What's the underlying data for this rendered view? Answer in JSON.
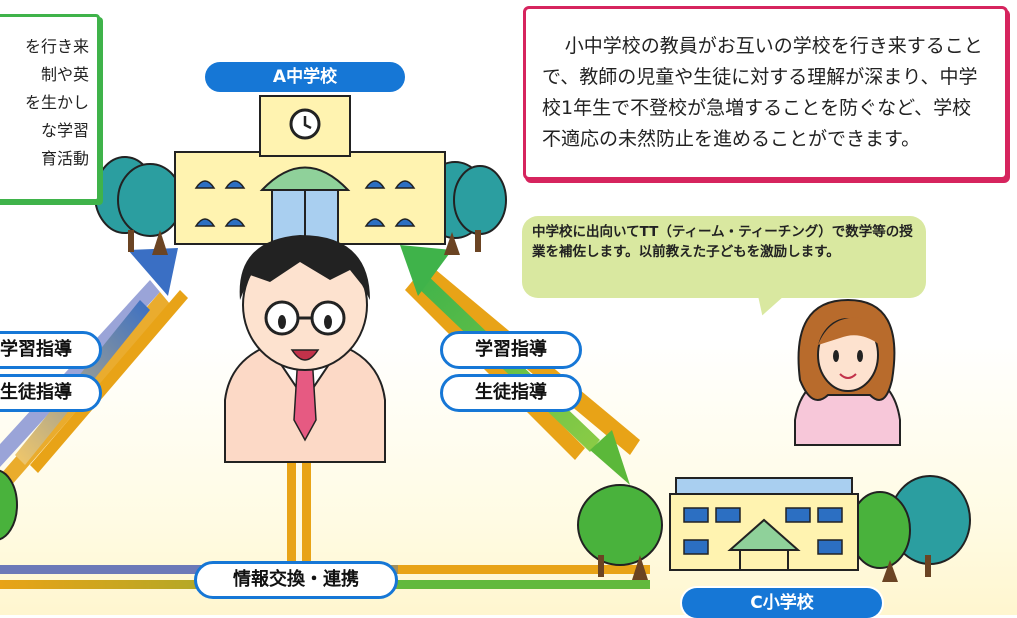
{
  "left_note": {
    "lines": [
      "を行き来",
      "制や英",
      "を生かし",
      "な学習",
      "育活動"
    ]
  },
  "right_note": {
    "text": "小中学校の教員がお互いの学校を行き来することで、教師の児童や生徒に対する理解が深まり、中学校1年生で不登校が急増することを防ぐなど、学校不適応の未然防止を進めることができます。"
  },
  "school_a": {
    "label": "A中学校"
  },
  "school_c": {
    "label": "C小学校"
  },
  "speech": {
    "text": "中学校に出向いてTT（ティーム・ティーチング）で数学等の授業を補佐します。以前教えた子どもを激励します。"
  },
  "left_tags": {
    "guidance": "学習指導",
    "student": "生徒指導"
  },
  "right_tags": {
    "guidance": "学習指導",
    "student": "生徒指導"
  },
  "exchange": {
    "label": "情報交換・連携"
  },
  "colors": {
    "accent_blue": "#1677d6",
    "green": "#3fb34a",
    "pink": "#d6245e",
    "orange": "#e8a317",
    "speech_bg": "#d9e8a0"
  }
}
